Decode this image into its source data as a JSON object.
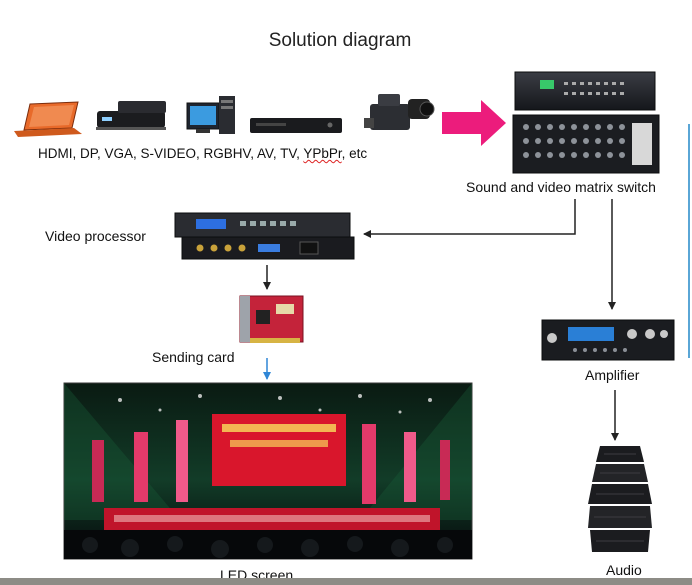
{
  "diagram": {
    "title": "Solution diagram",
    "sources": {
      "text_main": "HDMI, DP, VGA, S-VIDEO, RGBHV, AV, TV, ",
      "text_marked": "YPbPr",
      "text_end": ", etc",
      "devices": [
        "laptop-icon",
        "set-top-box-icon",
        "desktop-pc-icon",
        "dvd-player-icon",
        "video-camera-icon"
      ]
    },
    "nodes": {
      "matrix": "Sound and video matrix switch",
      "processor": "Video processor",
      "sending_card": "Sending card",
      "led_screen": "LED screen",
      "amplifier": "Amplifier",
      "audio": "Audio"
    },
    "colors": {
      "big_arrow": "#ec1c7c",
      "connector": "#222222",
      "blue_connector": "#2f86d6"
    }
  }
}
